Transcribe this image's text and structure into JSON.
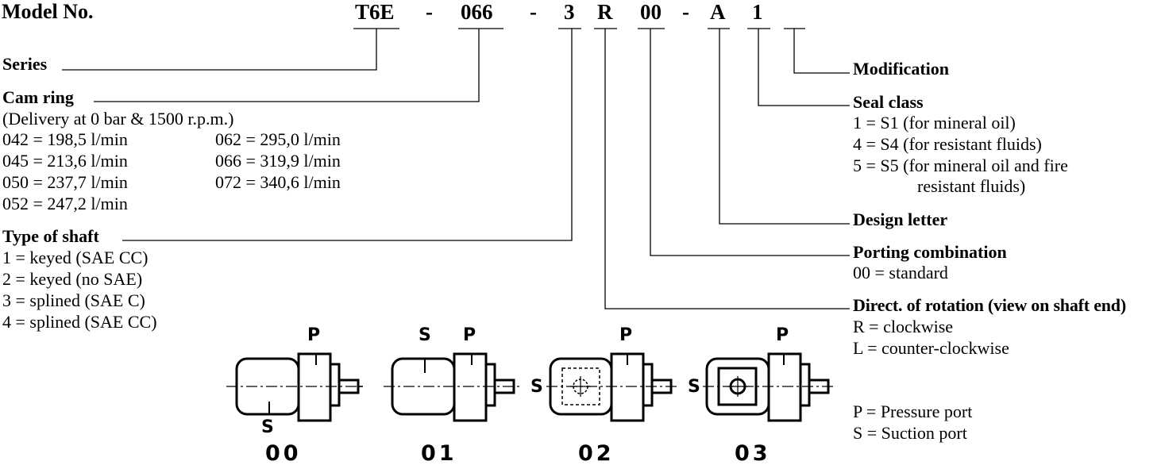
{
  "title": "Model No.",
  "code": {
    "series": "T6E",
    "dash1": "-",
    "cam": "066",
    "dash2": "-",
    "shaft": "3",
    "rotation": "R",
    "porting": "00",
    "dash3": "-",
    "design": "A",
    "seal": "1"
  },
  "series": {
    "label": "Series"
  },
  "cam_ring": {
    "label": "Cam ring",
    "note": "(Delivery at 0 bar & 1500 r.p.m.)",
    "left": [
      "042 = 198,5 l/min",
      "045 = 213,6 l/min",
      "050 = 237,7 l/min",
      "052 = 247,2 l/min"
    ],
    "right": [
      "062 = 295,0 l/min",
      "066 = 319,9 l/min",
      "072 = 340,6 l/min"
    ]
  },
  "shaft": {
    "label": "Type of shaft",
    "items": [
      "1 = keyed (SAE CC)",
      "2 = keyed (no SAE)",
      "3 = splined (SAE C)",
      "4 = splined (SAE CC)"
    ]
  },
  "modification": {
    "label": "Modification"
  },
  "seal": {
    "label": "Seal class",
    "items": [
      "1 = S1 (for mineral oil)",
      "4 = S4 (for resistant fluids)",
      "5 = S5 (for mineral oil and fire",
      "resistant fluids)"
    ]
  },
  "design": {
    "label": "Design letter"
  },
  "porting": {
    "label": "Porting combination",
    "items": [
      "00 = standard"
    ]
  },
  "rotation": {
    "label": "Direct. of rotation (view on shaft end)",
    "items": [
      "R = clockwise",
      "L = counter-clockwise"
    ]
  },
  "legend": [
    "P = Pressure port",
    "S = Suction port"
  ],
  "pumps": [
    {
      "code": "00",
      "p": "P",
      "s": "S"
    },
    {
      "code": "01",
      "p": "P",
      "s": "S"
    },
    {
      "code": "02",
      "p": "P",
      "s": "S"
    },
    {
      "code": "03",
      "p": "P",
      "s": "S"
    }
  ]
}
